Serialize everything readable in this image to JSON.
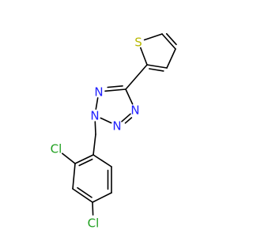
{
  "colors": {
    "bond": "#000000",
    "nitrogen": "#2020ff",
    "sulfur": "#b8b800",
    "chlorine": "#1fa01f",
    "carbon": "#000000"
  },
  "molecule": {
    "atoms": [
      {
        "id": "S1",
        "label": "S",
        "element": "sulfur"
      },
      {
        "id": "N1",
        "label": "N",
        "element": "nitrogen"
      },
      {
        "id": "N2",
        "label": "N",
        "element": "nitrogen"
      },
      {
        "id": "N3",
        "label": "N",
        "element": "nitrogen"
      },
      {
        "id": "N4",
        "label": "N",
        "element": "nitrogen"
      },
      {
        "id": "Cl1",
        "label": "Cl",
        "element": "chlorine"
      },
      {
        "id": "Cl2",
        "label": "Cl",
        "element": "chlorine"
      }
    ]
  }
}
